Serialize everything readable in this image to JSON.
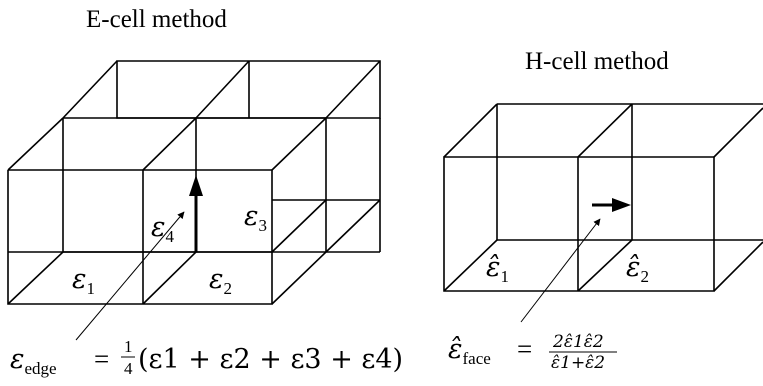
{
  "e_cell": {
    "title": "E-cell method",
    "labels": [
      {
        "symbol": "ε",
        "sub": "1"
      },
      {
        "symbol": "ε",
        "sub": "2"
      },
      {
        "symbol": "ε",
        "sub": "3"
      },
      {
        "symbol": "ε",
        "sub": "4"
      }
    ],
    "formula": {
      "lhs_symbol": "ε",
      "lhs_sub": "edge",
      "equals": "=",
      "frac_num": "1",
      "frac_den": "4",
      "rhs": "(ε1 + ε2 + ε3 + ε4)"
    }
  },
  "h_cell": {
    "title": "H-cell method",
    "labels": [
      {
        "symbol": "ε̂",
        "sub": "1"
      },
      {
        "symbol": "ε̂",
        "sub": "2"
      }
    ],
    "formula": {
      "lhs_symbol": "ε̂",
      "lhs_sub": "face",
      "equals": "=",
      "num": "2ε̂1ε̂2",
      "den": "ε̂1+ε̂2"
    }
  }
}
